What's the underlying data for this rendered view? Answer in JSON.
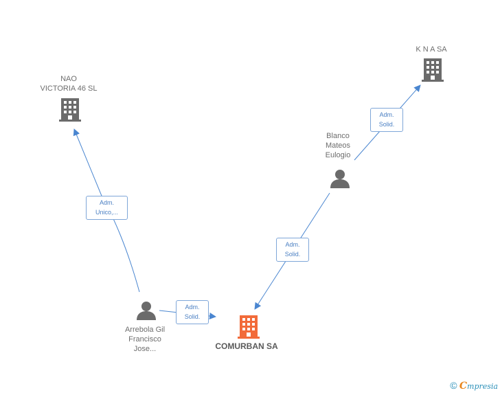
{
  "colors": {
    "edge": "#4a86d0",
    "company": "#6b6b6b",
    "person": "#6b6b6b",
    "main_company": "#f26b3a",
    "brand": "#2a8fb8",
    "brand_accent": "#e8851c"
  },
  "nodes": {
    "nao_victoria": {
      "label": "NAO\nVICTORIA 46 SL",
      "icon": "building-icon"
    },
    "knasa": {
      "label": "K N A SA",
      "icon": "building-icon"
    },
    "blanco": {
      "label": "Blanco\nMateos\nEulogio",
      "icon": "person-icon"
    },
    "arrebola": {
      "label": "Arrebola Gil\nFrancisco\nJose...",
      "icon": "person-icon"
    },
    "comurban": {
      "label": "COMURBAN SA",
      "icon": "building-icon"
    }
  },
  "relations": {
    "arrebola_nao": "Adm.\nUnico,...",
    "arrebola_comurban": "Adm.\nSolid.",
    "blanco_comurban": "Adm.\nSolid.",
    "blanco_knasa": "Adm.\nSolid."
  },
  "footer": {
    "copyright": "©",
    "brand_initial": "C",
    "brand_rest": "mpresia"
  }
}
